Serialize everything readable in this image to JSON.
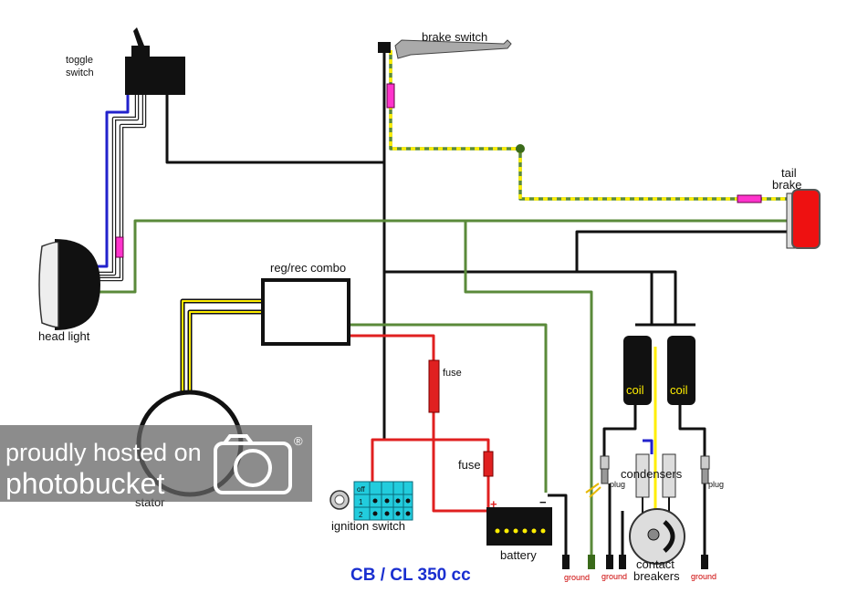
{
  "title": "CB / CL 350 cc",
  "labels": {
    "toggle_switch_1": "toggle",
    "toggle_switch_2": "switch",
    "brake_switch": "brake switch",
    "tail_brake_1": "tail",
    "tail_brake_2": "brake",
    "head_light": "head light",
    "reg_rec": "reg/rec combo",
    "fuse_1": "fuse",
    "fuse_2": "fuse",
    "stator": "stator",
    "ignition_switch": "ignition switch",
    "battery": "battery",
    "coil_1": "coil",
    "coil_2": "coil",
    "condensers": "condensers",
    "plug_1": "plug",
    "plug_2": "plug",
    "contact_1": "contact",
    "contact_2": "breakers",
    "ground_1": "ground",
    "ground_2": "ground",
    "ground_3": "ground"
  },
  "ignition_table": {
    "rows": [
      "off",
      "1",
      "2"
    ]
  },
  "battery_terminals": {
    "plus": "+",
    "minus": "−"
  },
  "watermark": {
    "line1": "proudly hosted on",
    "line2": "photobucket",
    "mark": "®"
  },
  "colors": {
    "wire_black": "#111111",
    "wire_green": "#5a8a3a",
    "wire_red": "#e02020",
    "wire_yellow": "#ffee00",
    "wire_blue": "#2222cc",
    "fuse_red": "#e02020",
    "fuse_pink": "#ff33cc",
    "tail_red": "#ee1111",
    "ign_cyan": "#22ccdd",
    "title_blue": "#1a2fd0",
    "ground_red": "#cc0000"
  }
}
